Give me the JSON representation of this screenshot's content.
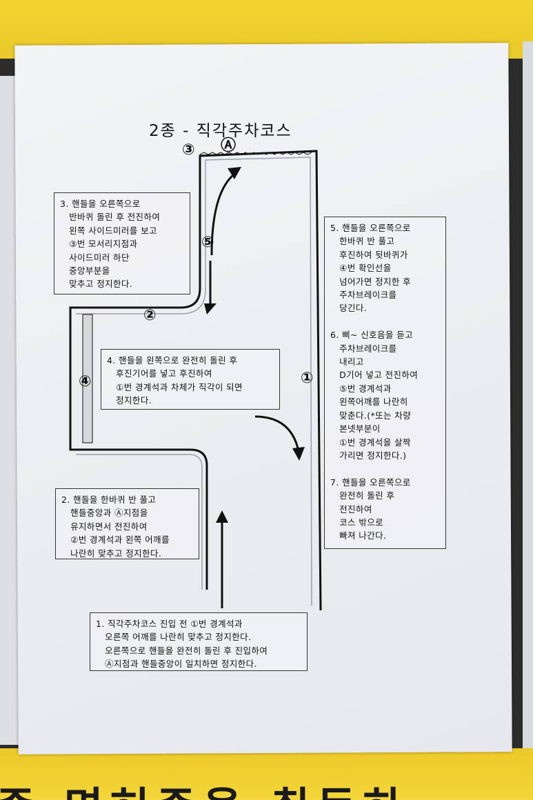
{
  "title": "2종 - 직각주차코스",
  "markers": {
    "m1": "①",
    "m2": "②",
    "m3": "③",
    "m4": "④",
    "m5": "⑤",
    "mA": "Ⓐ"
  },
  "instructions": {
    "step1": "1. 직각주차코스 진입 전 ①번 경계석과\n   오른쪽 어깨를 나란히 맞추고 정지한다.\n   오른쪽으로 핸들을 완전히 돌린 후 진입하여\n   Ⓐ지점과 핸들중앙이 일치하면 정지한다.",
    "step2": "2. 핸들을 한바퀴 반 풀고\n   핸들중앙과 Ⓐ지점을\n   유지하면서 전진하여\n   ②번 경계석과 왼쪽 어깨를\n   나란히 맞추고 정지한다.",
    "step3": "3. 핸들을 오른쪽으로\n   반바퀴 돌린 후 전진하여\n   왼쪽 사이드미러를 보고\n   ③번 모서리지점과\n   사이드미러 하단\n   중앙부분을\n   맞추고 정지한다.",
    "step4": "4. 핸들을 왼쪽으로 완전히 돌린 후\n   후진기어를 넣고 후진하여\n   ①번 경계석과 차체가 직각이 되면\n   정지한다.",
    "steps5to7": "5. 핸들을 오른쪽으로\n   한바퀴 반 풀고\n   후진하여 뒷바퀴가\n   ④번 확인선을\n   넘어가면 정지한 후\n   주차브레이크를\n   당긴다.\n\n6. 삐~ 신호음을 듣고\n   주차브레이크를\n   내리고\n   D기어 넣고 전진하여\n   ⑤번 경계석과\n   왼쪽어깨를 나란히\n   맞춘다.(*또는 차량\n   본넷부분이\n   ①번 경계석을 살짝\n   가리면 정지한다.)\n\n7. 핸들을 오른쪽으로\n   완전히 돌린 후\n   전진하여\n   코스 밖으로\n   빠져 나간다."
  },
  "bottom_sign_text": "종 면허증을 취득하"
}
